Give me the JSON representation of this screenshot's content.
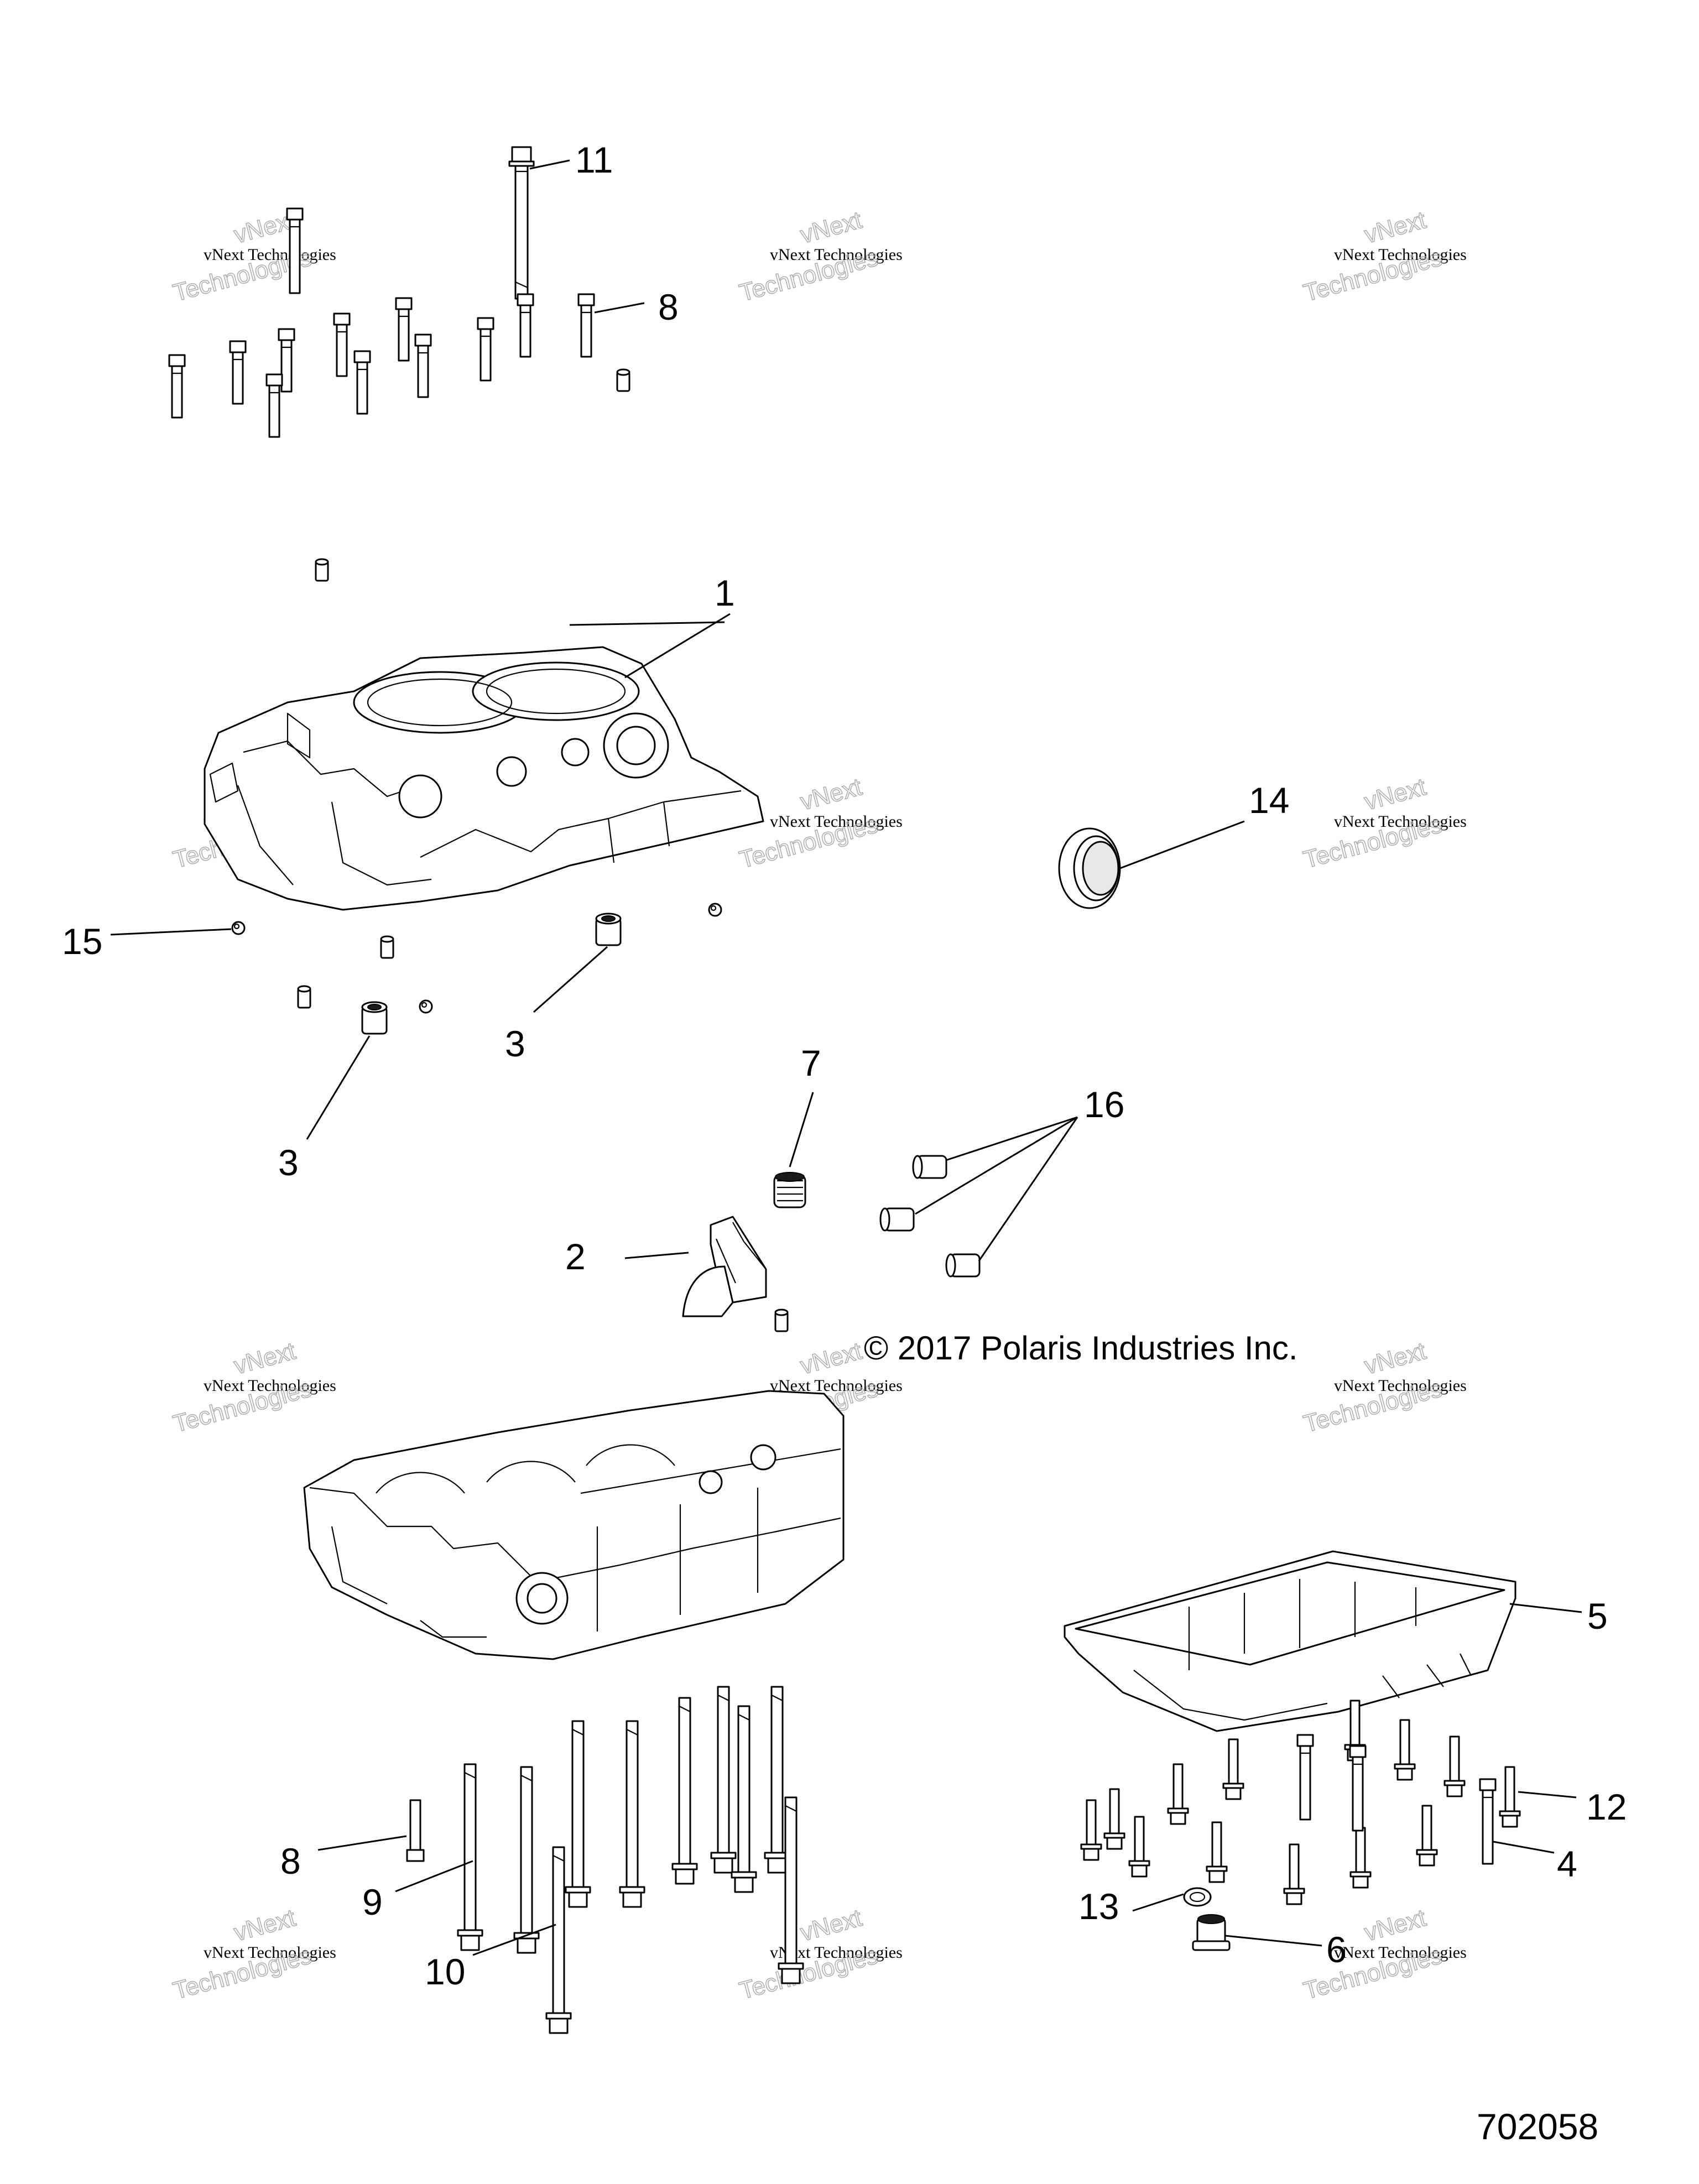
{
  "copyright": "© 2017 Polaris Industries Inc.",
  "figure_number": "702058",
  "watermark": {
    "line1": "vNext Technologies",
    "line2": "vNext",
    "line3": "Technologies"
  },
  "callouts": [
    "1",
    "2",
    "3",
    "3",
    "4",
    "5",
    "6",
    "7",
    "8",
    "8",
    "9",
    "10",
    "11",
    "12",
    "13",
    "14",
    "15",
    "16"
  ]
}
